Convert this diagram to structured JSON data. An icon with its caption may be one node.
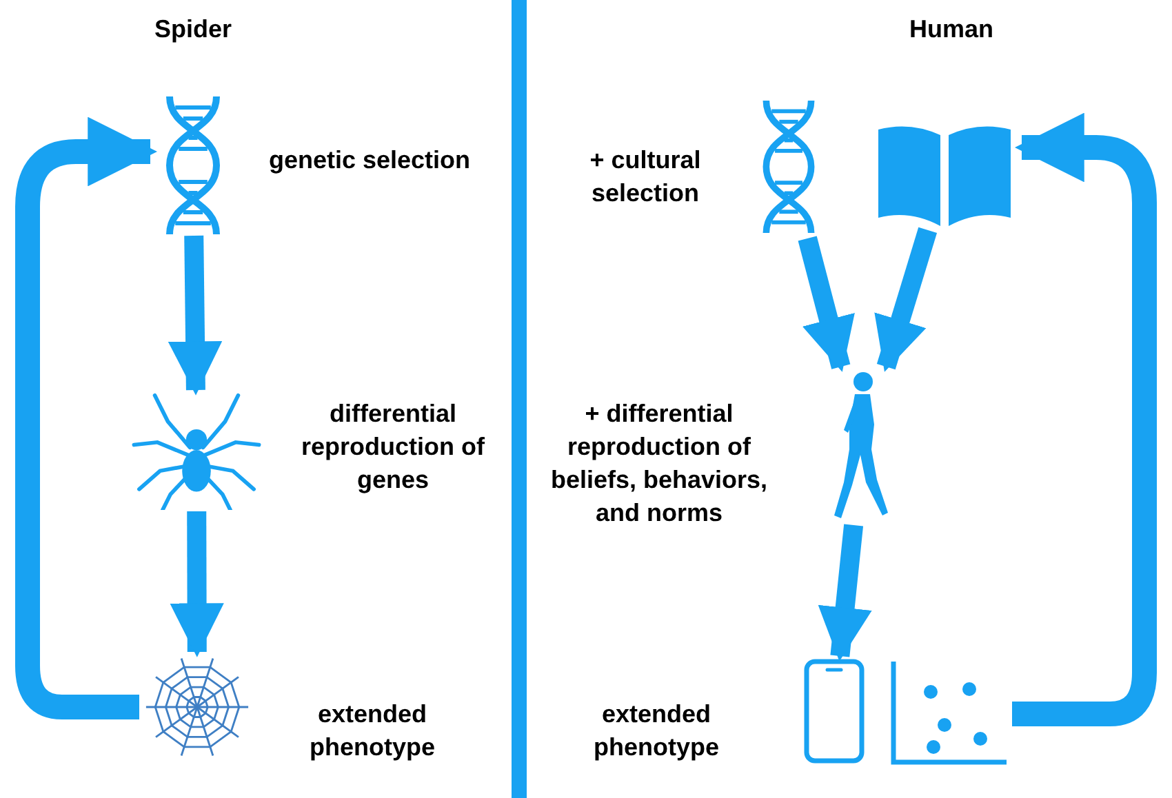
{
  "diagram": {
    "nodes": [
      {
        "text": [],
        "shape": "picture",
        "beside": [
          "genetic selection"
        ]
      },
      {
        "text": [],
        "shape": "picture",
        "beside": [
          "differential reproduction of genes"
        ]
      },
      {
        "text": [],
        "shape": "picture",
        "beside": [
          "extended phenotype"
        ]
      },
      {
        "text": [],
        "shape": "picture",
        "beside": [
          "+ cultural selection"
        ]
      },
      {
        "text": [],
        "shape": "picture"
      },
      {
        "text": [],
        "shape": "picture",
        "beside": [
          "+ differential reproduction of beliefs, behaviors, and norms"
        ]
      },
      {
        "text": [],
        "shape": "picture",
        "beside": [
          "extended phenotype"
        ]
      },
      {
        "text": [],
        "shape": "picture"
      }
    ],
    "edges": [
      {
        "from": 0,
        "to": 1,
        "arrow": "to"
      },
      {
        "from": 1,
        "to": 2,
        "arrow": "to"
      },
      {
        "from": 2,
        "to": 0,
        "arrow": "to"
      },
      {
        "from": 3,
        "to": 5,
        "arrow": "to"
      },
      {
        "from": 4,
        "to": 5,
        "arrow": "to"
      },
      {
        "from": 5,
        "to": 6,
        "arrow": "to"
      },
      {
        "from": 7,
        "to": 4,
        "arrow": "to"
      }
    ],
    "labels": [
      "Spider",
      "Human"
    ]
  }
}
